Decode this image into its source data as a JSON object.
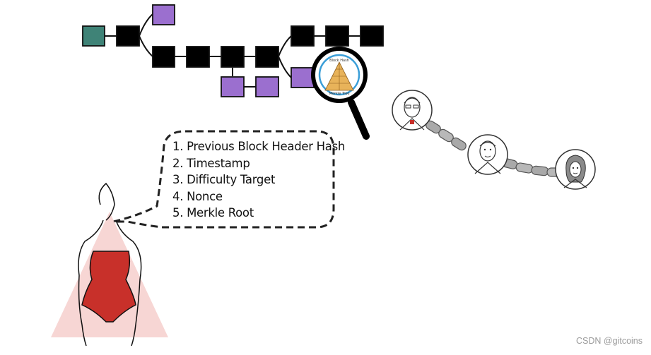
{
  "header_fields": [
    "1. Previous Block Header Hash",
    "2. Timestamp",
    "3. Difficulty Target",
    "4. Nonce",
    "5. Merkle Root"
  ],
  "magnifier": {
    "line_top": "Block Hash",
    "line_bottom": "Merkle Tree"
  },
  "watermark": "CSDN @gitcoins",
  "colors": {
    "block_main": "#000000",
    "block_orphan": "#9b6fcf",
    "block_genesis": "#3f8377",
    "dress": "#c8302a",
    "cone": "#f6cfcc",
    "chain_link": "#a9a9a9",
    "lens_ring": "#3a9ed8",
    "pyramid": "#e8b35a"
  }
}
